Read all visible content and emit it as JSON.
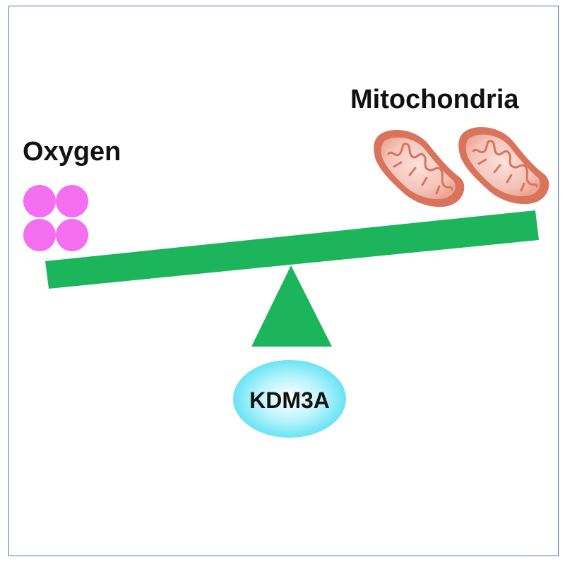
{
  "labels": {
    "oxygen": "Oxygen",
    "mitochondria": "Mitochondria",
    "kdm3a": "KDM3A"
  },
  "colors": {
    "beam": "#1cb55c",
    "fulcrum": "#1cb55c",
    "oxygen_molecule": "#f46ef0",
    "mitochondria_outer": "#d9735c",
    "mitochondria_inner": "#f4c3b8",
    "kdm3a_oval": "#1fd2ee",
    "frame_border": "#4a6fb5"
  },
  "icons": {
    "oxygen": "oxygen-molecule-icon",
    "mitochondria": "mitochondrion-icon"
  }
}
